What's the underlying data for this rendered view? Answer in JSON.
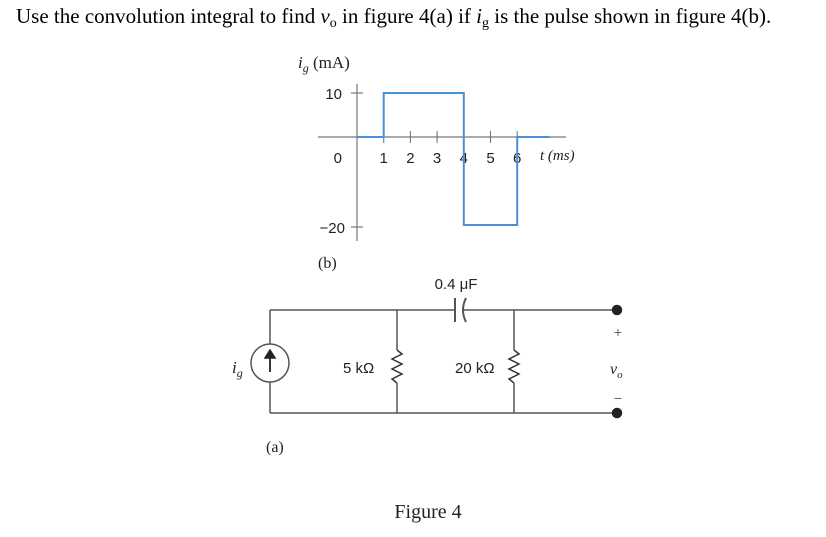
{
  "question": {
    "pre": "Use the convolution integral to find ",
    "var_v": "v",
    "sub_v": "o",
    "mid": " in figure 4(a) if ",
    "var_i": "i",
    "sub_i": "g",
    "post": " is the pulse shown in figure 4(b)."
  },
  "graph": {
    "ylabel_main": "i",
    "ylabel_sub": "g",
    "ylabel_unit": " (mA)",
    "xlabel": "t (ms)",
    "yticks": [
      "10",
      "0",
      "−20"
    ],
    "xticks": [
      "1",
      "2",
      "3",
      "4",
      "5",
      "6"
    ],
    "caption": "(b)"
  },
  "chart_data": {
    "type": "line",
    "xlabel": "t (ms)",
    "ylabel": "ig (mA)",
    "x": [
      0,
      1,
      1,
      4,
      4,
      6,
      6,
      7.2
    ],
    "y": [
      0,
      0,
      10,
      10,
      -20,
      -20,
      0,
      0
    ],
    "yticks": [
      10,
      0,
      -20
    ],
    "xticks": [
      1,
      2,
      3,
      4,
      5,
      6
    ],
    "line_color": "#4a90d9"
  },
  "circuit": {
    "source_label_main": "i",
    "source_label_sub": "g",
    "capacitor": "0.4 μF",
    "r1": "5 kΩ",
    "r2": "20 kΩ",
    "out_plus": "+",
    "out_minus": "−",
    "out_label_main": "v",
    "out_label_sub": "o",
    "caption": "(a)"
  },
  "figure_caption": "Figure 4"
}
